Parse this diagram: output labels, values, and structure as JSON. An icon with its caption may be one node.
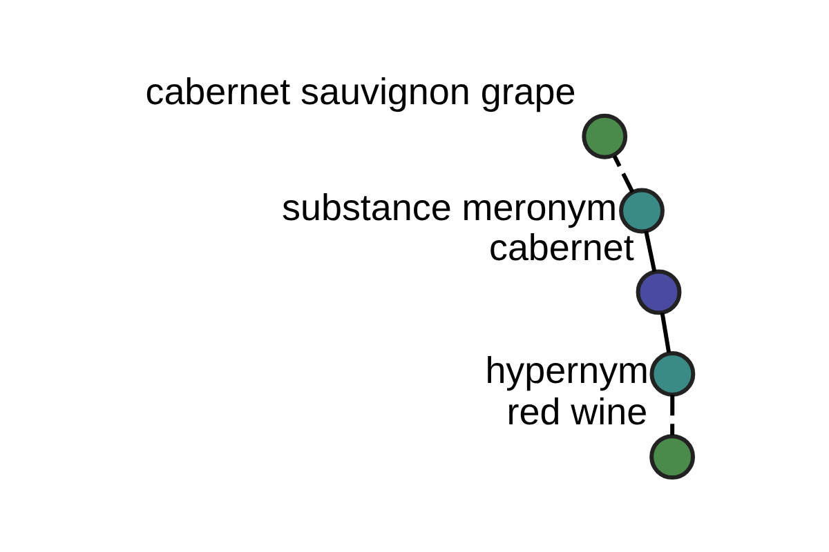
{
  "diagram": {
    "nodes": [
      {
        "text": [
          "cabernet sauvignon grape"
        ]
      },
      {
        "text": [
          "substance meronym"
        ]
      },
      {
        "text": [
          "red wine"
        ]
      },
      {
        "text": [
          "cabernet"
        ]
      },
      {
        "text": [
          "hypernym"
        ]
      }
    ],
    "edges": [
      {
        "from": 3,
        "to": 4,
        "arrow": "none"
      },
      {
        "from": 4,
        "to": 2,
        "arrow": "none",
        "style": "dashed"
      },
      {
        "from": 3,
        "to": 1,
        "arrow": "none"
      },
      {
        "from": 1,
        "to": 0,
        "arrow": "none",
        "style": "dashed"
      }
    ]
  }
}
